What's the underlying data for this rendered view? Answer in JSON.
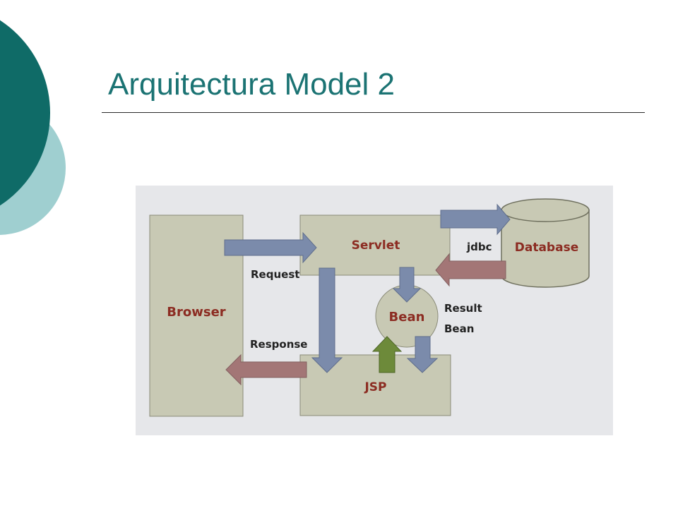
{
  "slide": {
    "title": "Arquitectura Model 2"
  },
  "diagram": {
    "nodes": {
      "browser": "Browser",
      "servlet": "Servlet",
      "database": "Database",
      "bean": "Bean",
      "jsp": "JSP"
    },
    "labels": {
      "request": "Request",
      "response": "Response",
      "jdbc": "jdbc",
      "result_bean_line1": "Result",
      "result_bean_line2": "Bean"
    }
  },
  "colors": {
    "title": "#1b7373",
    "accent_dark": "#0f6b67",
    "accent_light": "#9fcfd0",
    "diagram_bg": "#e6e7ea",
    "box_fill": "#c8c9b4",
    "label_red": "#8c2c22",
    "arrow_blue": "#7b8bab",
    "arrow_red": "#a37676",
    "arrow_green": "#6d8a3a"
  }
}
